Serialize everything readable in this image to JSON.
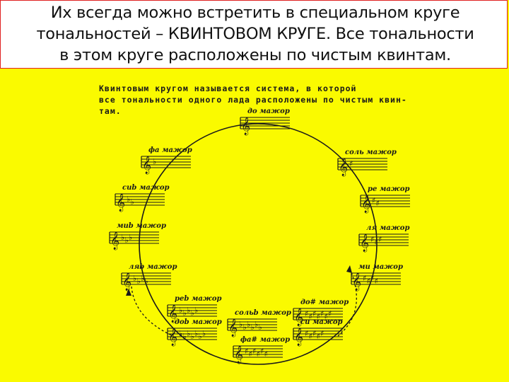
{
  "header": {
    "lines": [
      "Их всегда можно встретить в специальном круге",
      "тональностей – КВИНТОВОМ КРУГЕ. Все тональности",
      "в этом круге расположены по чистым квинтам."
    ]
  },
  "scan": {
    "definition_lines": [
      "Квинтовым кругом называется система, в которой",
      "все тональности одного лада расположены по чистым квин-",
      "там."
    ]
  },
  "keys": [
    {
      "label": "до мажор",
      "accidentals": "",
      "count": 0
    },
    {
      "label": "соль мажор",
      "accidentals": "sharp",
      "count": 1
    },
    {
      "label": "ре мажор",
      "accidentals": "sharp",
      "count": 2
    },
    {
      "label": "ля мажор",
      "accidentals": "sharp",
      "count": 3
    },
    {
      "label": "ми мажор",
      "accidentals": "sharp",
      "count": 4
    },
    {
      "label": "си мажор",
      "accidentals": "sharp",
      "count": 5
    },
    {
      "label": "фа# мажор",
      "accidentals": "sharp",
      "count": 6
    },
    {
      "label": "до# мажор",
      "accidentals": "sharp",
      "count": 7
    },
    {
      "label": "фа мажор",
      "accidentals": "flat",
      "count": 1
    },
    {
      "label": "сиb мажор",
      "accidentals": "flat",
      "count": 2
    },
    {
      "label": "миb мажор",
      "accidentals": "flat",
      "count": 3
    },
    {
      "label": "ляb мажор",
      "accidentals": "flat",
      "count": 4
    },
    {
      "label": "реb мажор",
      "accidentals": "flat",
      "count": 5
    },
    {
      "label": "сольb мажор",
      "accidentals": "flat",
      "count": 6
    },
    {
      "label": "доb мажор",
      "accidentals": "flat",
      "count": 7
    }
  ],
  "colors": {
    "background": "#fafa00",
    "header_border": "#e02020",
    "ink": "#1a1a1a"
  }
}
